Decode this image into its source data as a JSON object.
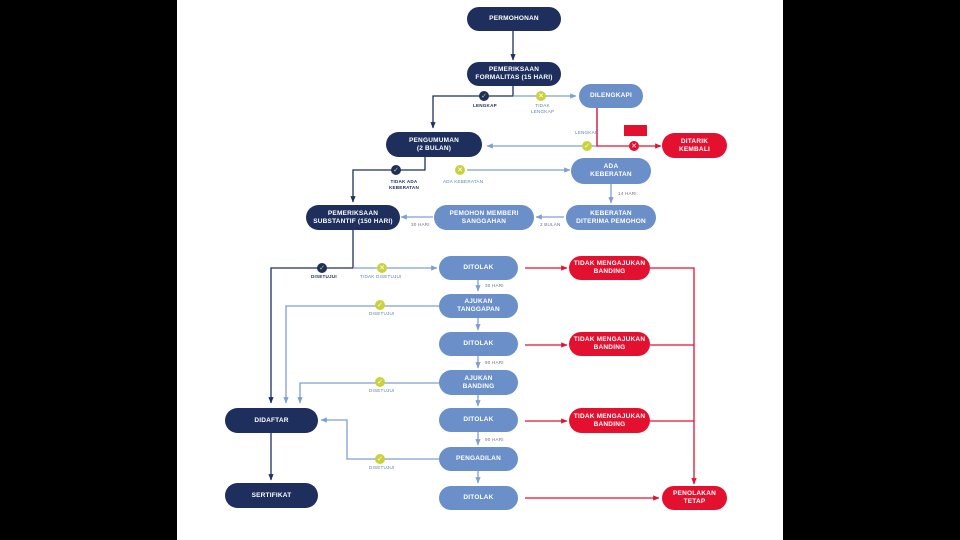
{
  "colors": {
    "dark_node": "#1e2f5e",
    "light_node": "#6b8fc8",
    "red_node": "#e3102f",
    "dark_line": "#1e2f5e",
    "light_line": "#7f9fd0",
    "red_line": "#e3102f",
    "check_fill": "#c9d23d"
  },
  "nodes": {
    "permohonan": "PERMOHONAN",
    "pemeriksaan_formalitas": "PEMERIKSAAN\nFORMALITAS (15 HARI)",
    "dilengkapi": "DILENGKAPI",
    "pengumuman": "PENGUMUMAN\n(2 BULAN)",
    "ditarik_kembali": "DITARIK\nKEMBALI",
    "ada_keberatan": "ADA\nKEBERATAN",
    "pemeriksaan_substantif": "PEMERIKSAAN\nSUBSTANTIF (150 HARI)",
    "pemohon_memberi_sanggahan": "PEMOHON MEMBERI\nSANGGAHAN",
    "keberatan_diterima": "KEBERATAN\nDITERIMA PEMOHON",
    "ditolak_1": "DITOLAK",
    "tidak_banding_1": "TIDAK MENGAJUKAN\nBANDING",
    "ajukan_tanggapan": "AJUKAN\nTANGGAPAN",
    "ditolak_2": "DITOLAK",
    "tidak_banding_2": "TIDAK MENGAJUKAN\nBANDING",
    "ajukan_banding": "AJUKAN\nBANDING",
    "didaftar": "DIDAFTAR",
    "ditolak_3": "DITOLAK",
    "tidak_banding_3": "TIDAK MENGAJUKAN\nBANDING",
    "pengadilan": "PENGADILAN",
    "sertifikat": "SERTIFIKAT",
    "ditolak_4": "DITOLAK",
    "penolakan_tetap": "PENOLAKAN\nTETAP"
  },
  "labels": {
    "lengkap_1": "LENGKAP",
    "tidak_lengkap_1": "TIDAK\nLENGKAP",
    "lengkap_2": "LENGKAP",
    "tidak_lengkap_2": "TIDAK\nLENGKAP",
    "tidak_ada_keberatan": "TIDAK ADA\nKEBERATAN",
    "ada_keberatan": "ADA KEBERATAN",
    "hari_14": "14 HARI",
    "hari_30_a": "30 HARI",
    "bulan_2": "2 BULAN",
    "disetujui_1": "DISETUJUI",
    "tidak_disetujui": "TIDAK DISETUJUI",
    "hari_30_b": "30 HARI",
    "disetujui_2": "DISETUJUI",
    "hari_90_a": "90 HARI",
    "disetujui_3": "DISETUJUI",
    "hari_90_b": "90 HARI",
    "disetujui_4": "DISETUJUI"
  },
  "icons": {
    "check": "✓",
    "cross": "✕"
  }
}
